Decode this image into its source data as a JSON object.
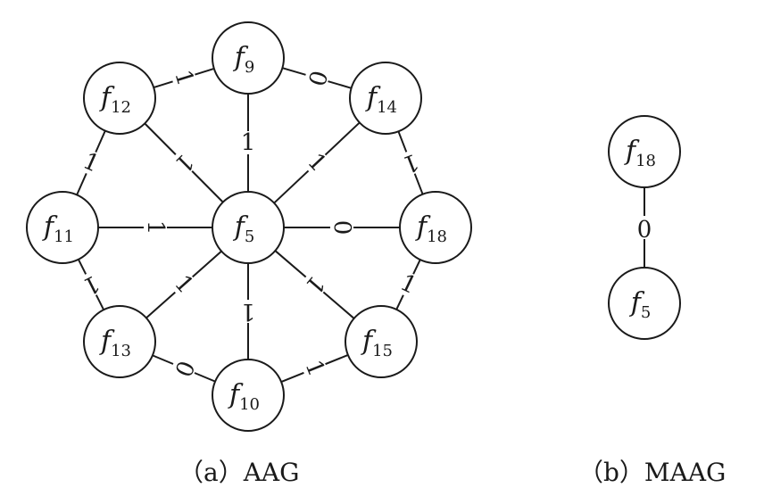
{
  "diagrams": [
    {
      "id": "aag",
      "caption": "（a）AAG",
      "nodes": [
        {
          "id": "f9",
          "base": "f",
          "sub": "9"
        },
        {
          "id": "f12",
          "base": "f",
          "sub": "12"
        },
        {
          "id": "f14",
          "base": "f",
          "sub": "14"
        },
        {
          "id": "f11",
          "base": "f",
          "sub": "11"
        },
        {
          "id": "f5",
          "base": "f",
          "sub": "5"
        },
        {
          "id": "f18",
          "base": "f",
          "sub": "18"
        },
        {
          "id": "f13",
          "base": "f",
          "sub": "13"
        },
        {
          "id": "f15",
          "base": "f",
          "sub": "15"
        },
        {
          "id": "f10",
          "base": "f",
          "sub": "10"
        }
      ],
      "edges": [
        {
          "from": "f12",
          "to": "f9",
          "label": "1"
        },
        {
          "from": "f9",
          "to": "f14",
          "label": "0"
        },
        {
          "from": "f12",
          "to": "f11",
          "label": "1"
        },
        {
          "from": "f14",
          "to": "f18",
          "label": "1"
        },
        {
          "from": "f11",
          "to": "f13",
          "label": "1"
        },
        {
          "from": "f18",
          "to": "f15",
          "label": "1"
        },
        {
          "from": "f13",
          "to": "f10",
          "label": "0"
        },
        {
          "from": "f10",
          "to": "f15",
          "label": "1"
        },
        {
          "from": "f5",
          "to": "f9",
          "label": "1"
        },
        {
          "from": "f5",
          "to": "f12",
          "label": "1"
        },
        {
          "from": "f5",
          "to": "f14",
          "label": "1"
        },
        {
          "from": "f5",
          "to": "f11",
          "label": "1"
        },
        {
          "from": "f5",
          "to": "f18",
          "label": "0"
        },
        {
          "from": "f5",
          "to": "f13",
          "label": "1"
        },
        {
          "from": "f5",
          "to": "f15",
          "label": "1"
        },
        {
          "from": "f5",
          "to": "f10",
          "label": "1"
        }
      ]
    },
    {
      "id": "maag",
      "caption": "（b）MAAG",
      "nodes": [
        {
          "id": "m18",
          "base": "f",
          "sub": "18"
        },
        {
          "id": "m5",
          "base": "f",
          "sub": "5"
        }
      ],
      "edges": [
        {
          "from": "m18",
          "to": "m5",
          "label": "0"
        }
      ]
    }
  ]
}
